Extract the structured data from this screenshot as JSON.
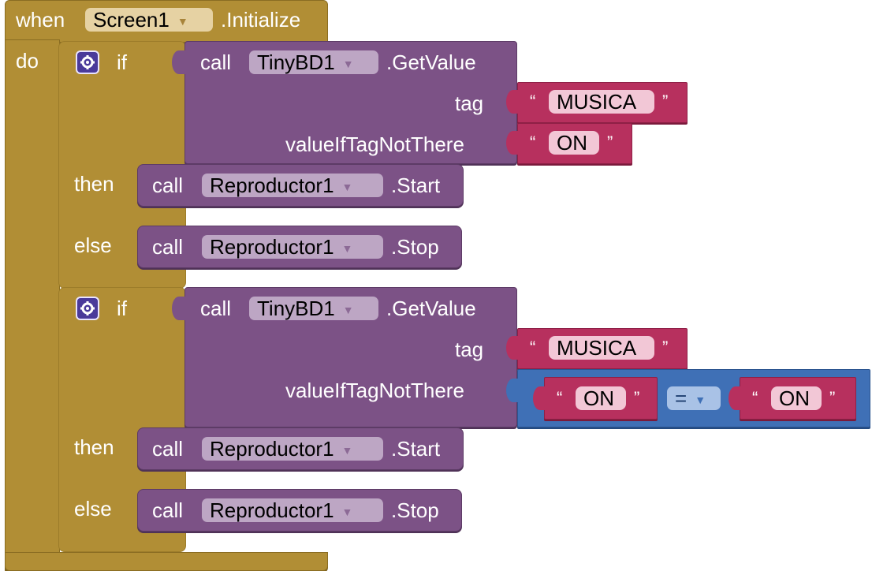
{
  "event": {
    "when_label": "when",
    "component": "Screen1",
    "event_name": ".Initialize",
    "do_label": "do"
  },
  "if_blocks": [
    {
      "if_label": "if",
      "call_label": "call",
      "component": "TinyBD1",
      "method": ".GetValue",
      "tag_label": "tag",
      "tag_value": "MUSICA",
      "value_label": "valueIfTagNotThere",
      "value_text": "ON",
      "then_label": "then",
      "then_call": "call",
      "then_component": "Reproductor1",
      "then_method": ".Start",
      "else_label": "else",
      "else_call": "call",
      "else_component": "Reproductor1",
      "else_method": ".Stop"
    },
    {
      "if_label": "if",
      "call_label": "call",
      "component": "TinyBD1",
      "method": ".GetValue",
      "tag_label": "tag",
      "tag_value": "MUSICA",
      "value_label": "valueIfTagNotThere",
      "compare_left": "ON",
      "compare_op": "=",
      "compare_right": "ON",
      "then_label": "then",
      "then_call": "call",
      "then_component": "Reproductor1",
      "then_method": ".Start",
      "else_label": "else",
      "else_call": "call",
      "else_component": "Reproductor1",
      "else_method": ".Stop"
    }
  ],
  "glyphs": {
    "open_quote": "“",
    "close_quote": "”",
    "caret": "▼"
  },
  "colors": {
    "event": "#b18e35",
    "procedure": "#7c5286",
    "text": "#b7305e",
    "logic": "#3f70b6",
    "mutator": "#4a3a9a"
  }
}
